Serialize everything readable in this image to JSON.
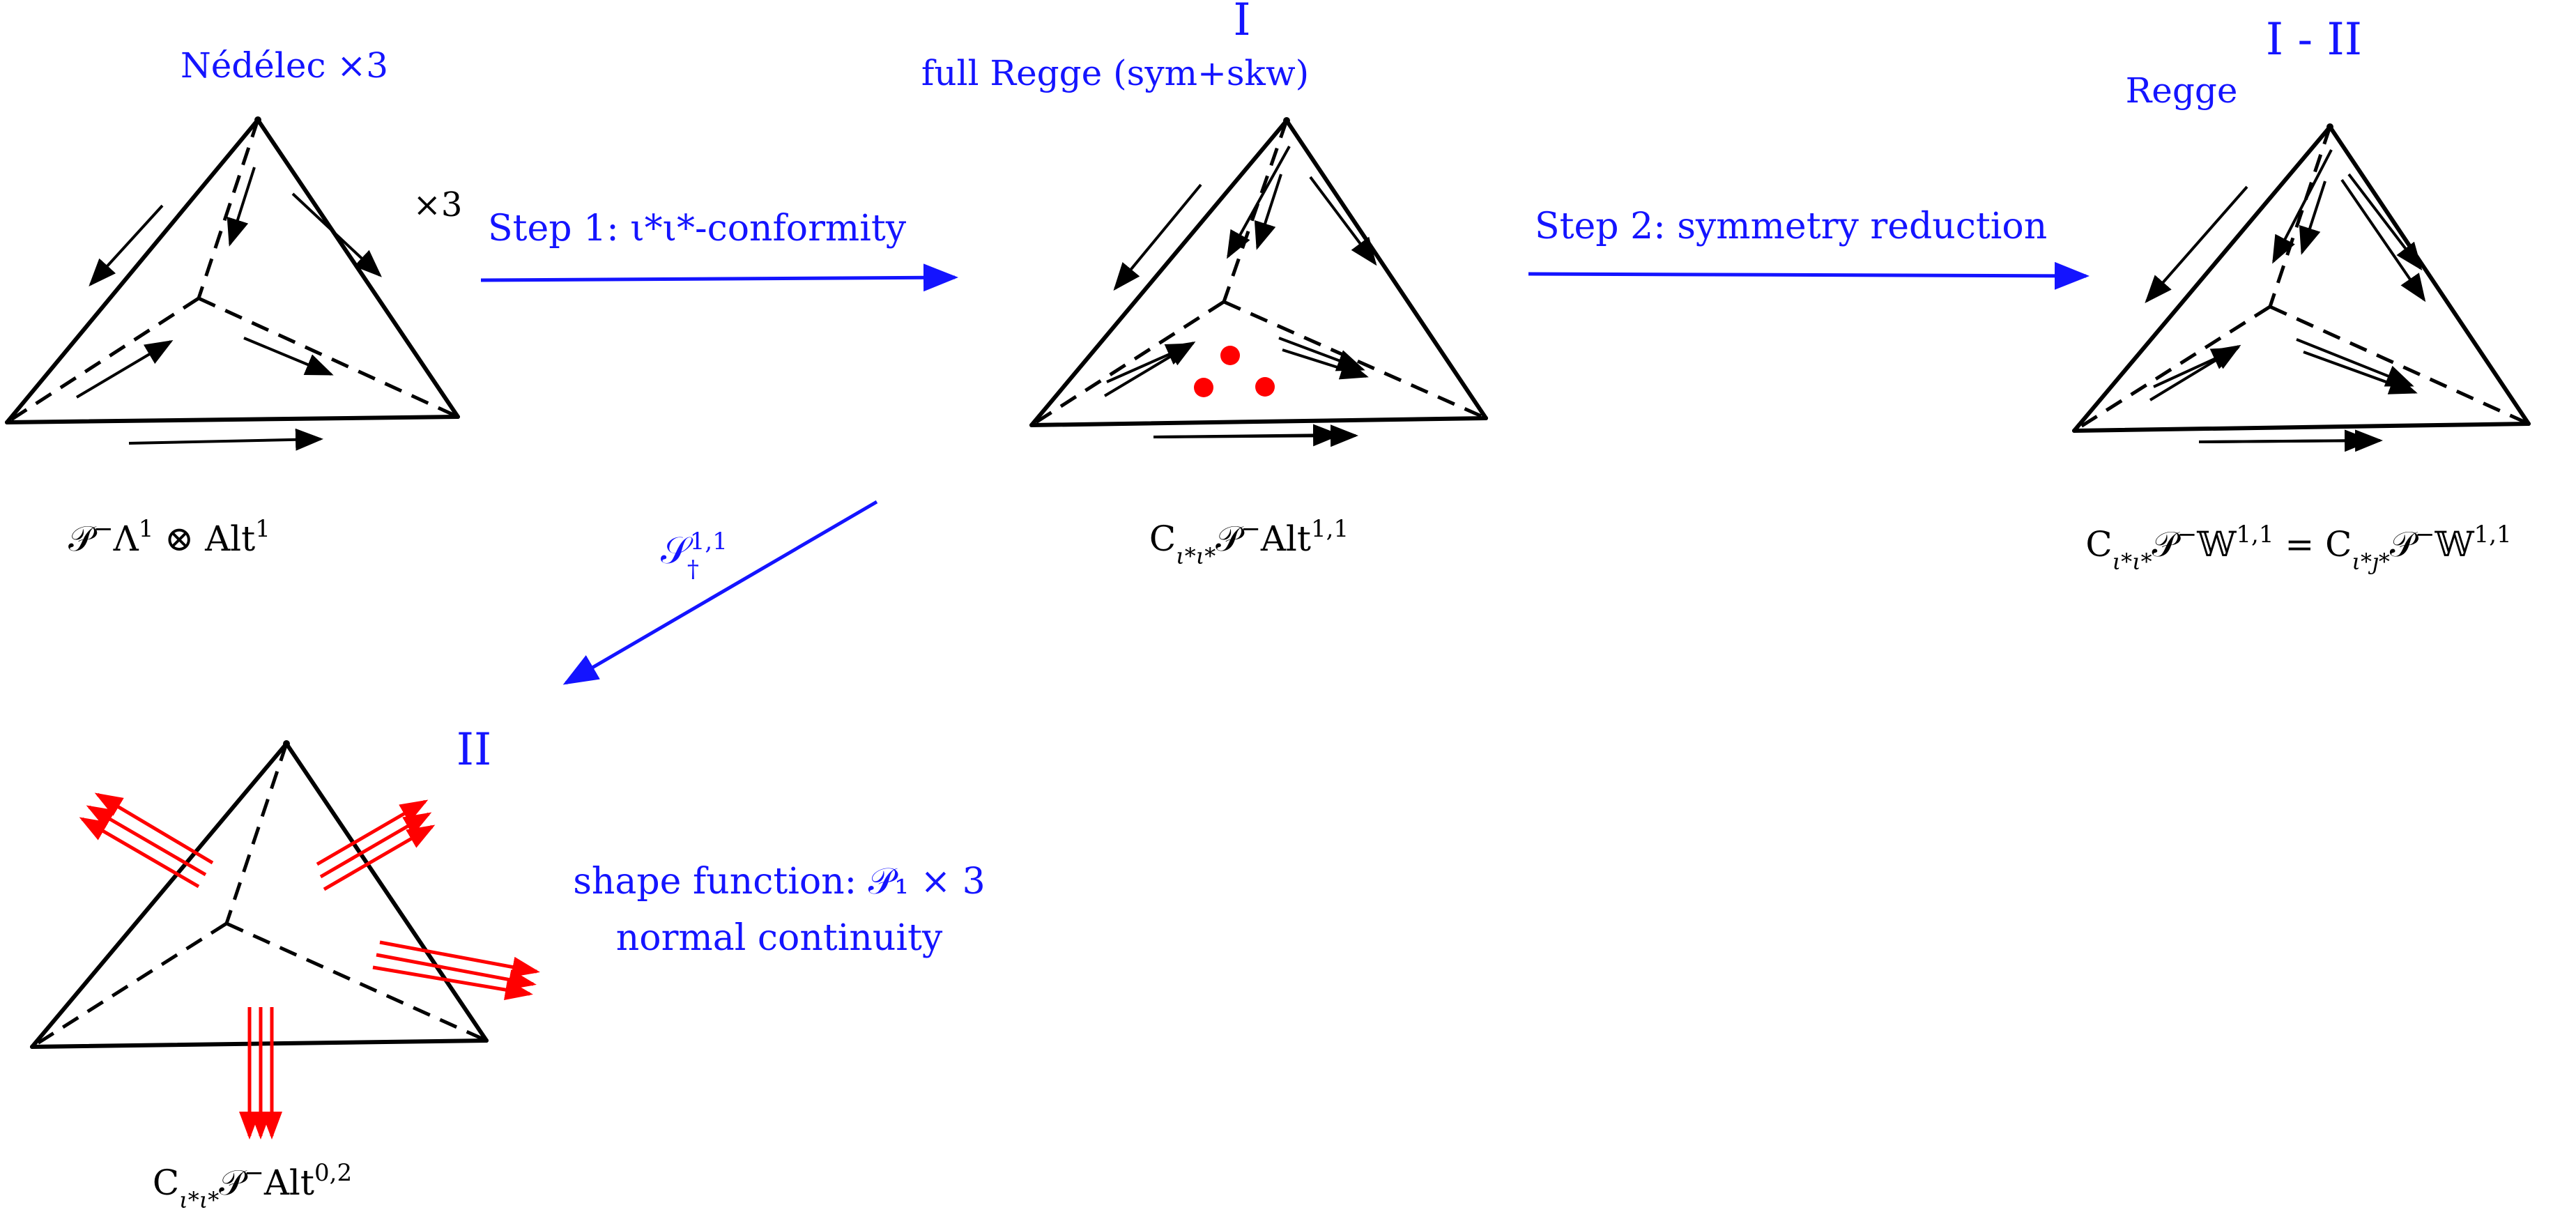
{
  "colors": {
    "ink": "#000000",
    "blue": "#1414ff",
    "red": "#ff0000"
  },
  "tetrahedra": {
    "nedelec": {
      "title": "Nédélec ×3",
      "multiplier": "×3",
      "caption_html": "𝒫<tspan baseline-shift=\"super\" font-size=\"34\">−</tspan>Λ<tspan baseline-shift=\"super\" font-size=\"34\">1</tspan> ⊗ Alt<tspan baseline-shift=\"super\" font-size=\"34\">1</tspan>"
    },
    "full_regge": {
      "roman": "I",
      "title": "full Regge (sym+skw)",
      "caption_html": "C<tspan baseline-shift=\"sub\" font-size=\"32\" font-style=\"italic\">ι*ι*</tspan>𝒫<tspan baseline-shift=\"super\" font-size=\"34\">−</tspan>Alt<tspan baseline-shift=\"super\" font-size=\"34\">1,1</tspan>"
    },
    "regge": {
      "roman": "I - II",
      "title": "Regge",
      "caption_html": "C<tspan baseline-shift=\"sub\" font-size=\"32\" font-style=\"italic\">ι*ι*</tspan>𝒫<tspan baseline-shift=\"super\" font-size=\"34\">−</tspan>𝕎<tspan baseline-shift=\"super\" font-size=\"34\">1,1</tspan> = C<tspan baseline-shift=\"sub\" font-size=\"32\" font-style=\"italic\">ι*ȷ*</tspan>𝒫<tspan baseline-shift=\"super\" font-size=\"34\">−</tspan>𝕎<tspan baseline-shift=\"super\" font-size=\"34\">1,1</tspan>"
    },
    "normal": {
      "roman": "II",
      "note_line1": "shape function: 𝒫₁ × 3",
      "note_line2": "normal continuity",
      "caption_html": "C<tspan baseline-shift=\"sub\" font-size=\"32\" font-style=\"italic\">ι*ι*</tspan>𝒫<tspan baseline-shift=\"super\" font-size=\"34\">−</tspan>Alt<tspan baseline-shift=\"super\" font-size=\"34\">0,2</tspan>"
    }
  },
  "arrows": {
    "step1": "Step 1: ι*ι*-conformity",
    "step2": "Step 2: symmetry reduction",
    "sigma_html": "𝒮<tspan baseline-shift=\"super\" font-size=\"34\">1,1</tspan><tspan dx=\"-58\" baseline-shift=\"sub\" font-size=\"34\">†</tspan>"
  }
}
